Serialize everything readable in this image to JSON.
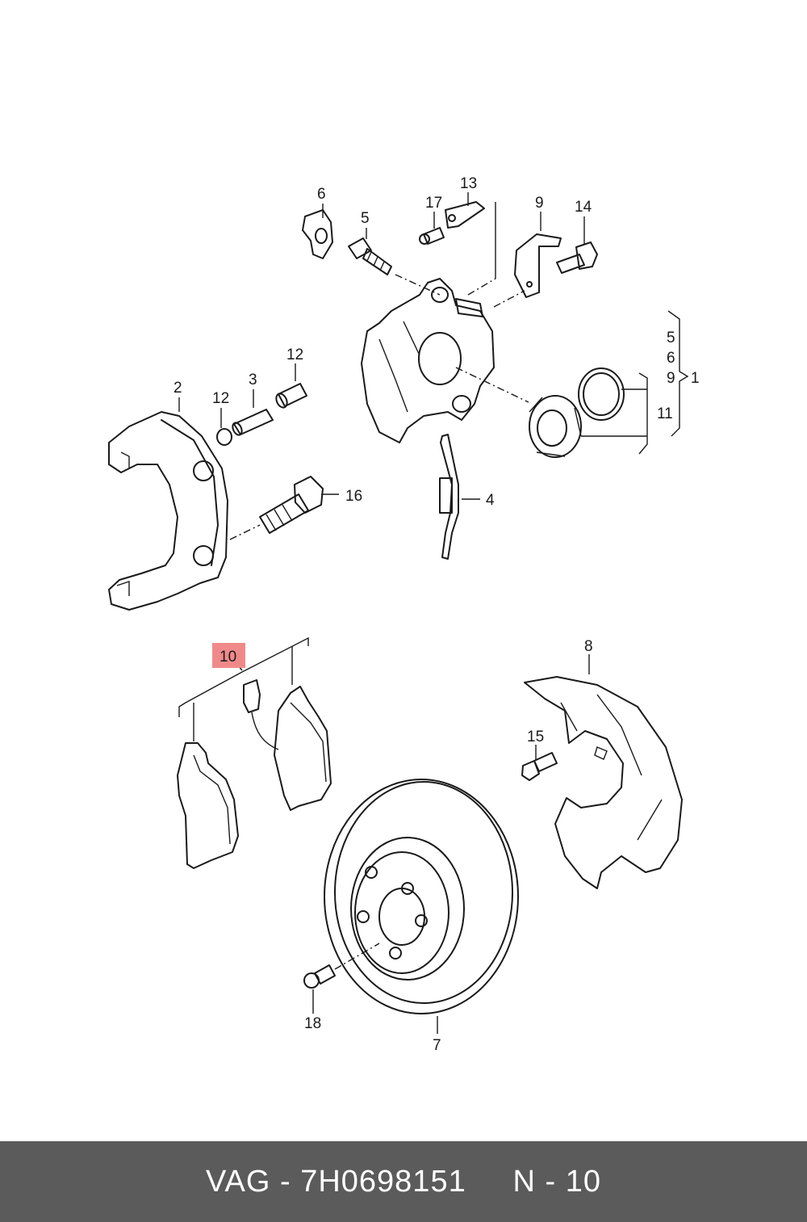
{
  "diagram": {
    "labels": {
      "l1": "1",
      "l2": "2",
      "l3": "3",
      "l4": "4",
      "l5a": "5",
      "l5b": "5",
      "l6a": "6",
      "l6b": "6",
      "l7": "7",
      "l8": "8",
      "l9a": "9",
      "l9b": "9",
      "l10": "10",
      "l11": "11",
      "l12a": "12",
      "l12b": "12",
      "l13": "13",
      "l14": "14",
      "l15": "15",
      "l16": "16",
      "l17": "17",
      "l18": "18"
    },
    "highlight_color": "#f08a8a"
  },
  "footer": {
    "text": "VAG - 7H0698151     N - 10",
    "background": "#5b5b5b"
  }
}
